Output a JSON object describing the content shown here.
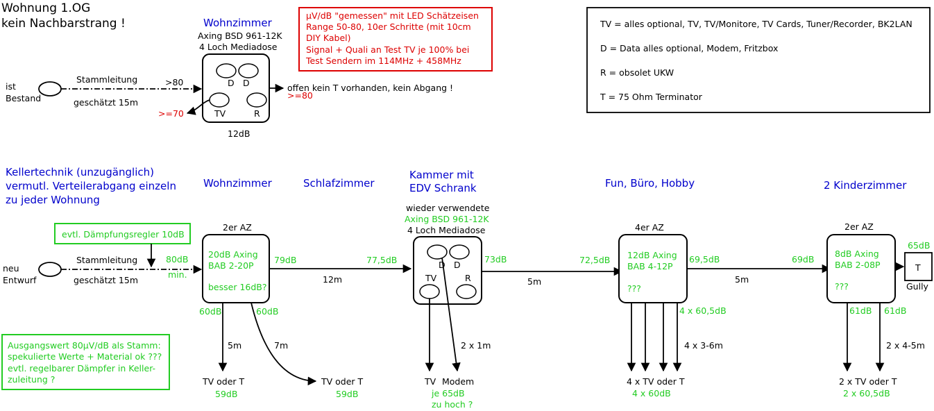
{
  "top": {
    "title_line1": "Wohnung 1.OG",
    "title_line2": "kein Nachbarstrang !",
    "room": "Wohnzimmer",
    "dose_model": "Axing BSD 961-12K",
    "dose_type": "4 Loch Mediadose",
    "port_d1": "D",
    "port_d2": "D",
    "port_tv": "TV",
    "port_r": "R",
    "loss": "12dB",
    "source_line1": "ist",
    "source_line2": "Bestand",
    "trunk_label": "Stammleitung",
    "trunk_length": "geschätzt 15m",
    "input_level": ">80",
    "tv_level": ">=70",
    "out_text": "offen kein T vorhanden, kein Abgang !",
    "out_level": ">=80"
  },
  "note_red": {
    "line1": "µV/dB \"gemessen\" mit LED Schätzeisen",
    "line2": "Range 50-80, 10er Schritte (mit 10cm",
    "line3": "DIY Kabel)",
    "line4": "Signal + Quali an Test TV je 100% bei",
    "line5": "Test Sendern im 114MHz + 458MHz"
  },
  "legend": {
    "tv": "TV = alles optional, TV, TV/Monitore, TV Cards, Tuner/Recorder, BK2LAN",
    "d": "D = Data alles optional, Modem, Fritzbox",
    "r": "R = obsolet UKW",
    "t": "T = 75 Ohm Terminator"
  },
  "bottom": {
    "keller_line1": "Kellertechnik (unzugänglich)",
    "keller_line2": "vermutl. Verteilerabgang einzeln",
    "keller_line3": "zu jeder Wohnung",
    "damper": "evtl. Dämpfungsregler 10dB",
    "source_line1": "neu",
    "source_line2": "Entwurf",
    "trunk_label": "Stammleitung",
    "trunk_length": "geschätzt 15m",
    "input_level": "80dB",
    "input_min": "min.",
    "output_note_line1": "Ausgangswert 80µV/dB als Stamm:",
    "output_note_line2": "spekulierte Werte + Material ok ???",
    "output_note_line3": "evtl. regelbarer Dämpfer in Keller-",
    "output_note_line4": "zuleitung ?",
    "room_wohn": "Wohnzimmer",
    "room_schlaf": "Schlafzimmer",
    "room_kammer_line1": "Kammer mit",
    "room_kammer_line2": "EDV Schrank",
    "room_fun": "Fun, Büro, Hobby",
    "room_kinder": "2 Kinderzimmer",
    "az1_title": "2er AZ",
    "az1_line1": "20dB Axing",
    "az1_line2": "BAB 2-20P",
    "az1_line3": "besser 16dB?",
    "az1_out_level": "79dB",
    "az1_tap1_level": "60dB",
    "az1_tap2_level": "60dB",
    "az1_tap1_len": "5m",
    "az1_tap2_len": "7m",
    "az1_tap1_dest": "TV oder T",
    "az1_tap1_val": "59dB",
    "az1_tap2_dest": "TV oder T",
    "az1_tap2_val": "59dB",
    "seg1_len": "12m",
    "dose_reuse": "wieder verwendete",
    "dose_model": "Axing BSD 961-12K",
    "dose_type": "4 Loch Mediadose",
    "dose_in_level": "77,5dB",
    "dose_out_level": "73dB",
    "dose_d1": "D",
    "dose_d2": "D",
    "dose_tv": "TV",
    "dose_r": "R",
    "dose_tap_len": "2 x 1m",
    "dose_dest_tv": "TV",
    "dose_dest_modem": "Modem",
    "dose_val1": "je 65dB",
    "dose_val2": "zu hoch ?",
    "seg2_len": "5m",
    "az2_in_level": "72,5dB",
    "az2_title": "4er AZ",
    "az2_line1": "12dB Axing",
    "az2_line2": "BAB 4-12P",
    "az2_line3": "???",
    "az2_out_level": "69,5dB",
    "az2_tap_level": "4 x 60,5dB",
    "az2_tap_len": "4 x 3-6m",
    "az2_dest": "4 x TV oder T",
    "az2_val": "4 x 60dB",
    "seg3_len": "5m",
    "az3_in_level": "69dB",
    "az3_title": "2er AZ",
    "az3_line1": "8dB Axing",
    "az3_line2": "BAB 2-08P",
    "az3_line3": "???",
    "az3_tap1_level": "61dB",
    "az3_tap2_level": "61dB",
    "az3_tap_len": "2 x 4-5m",
    "az3_dest": "2 x TV oder T",
    "az3_val": "2 x 60,5dB",
    "term_level": "65dB",
    "term_label": "T",
    "term_name": "Gully"
  }
}
